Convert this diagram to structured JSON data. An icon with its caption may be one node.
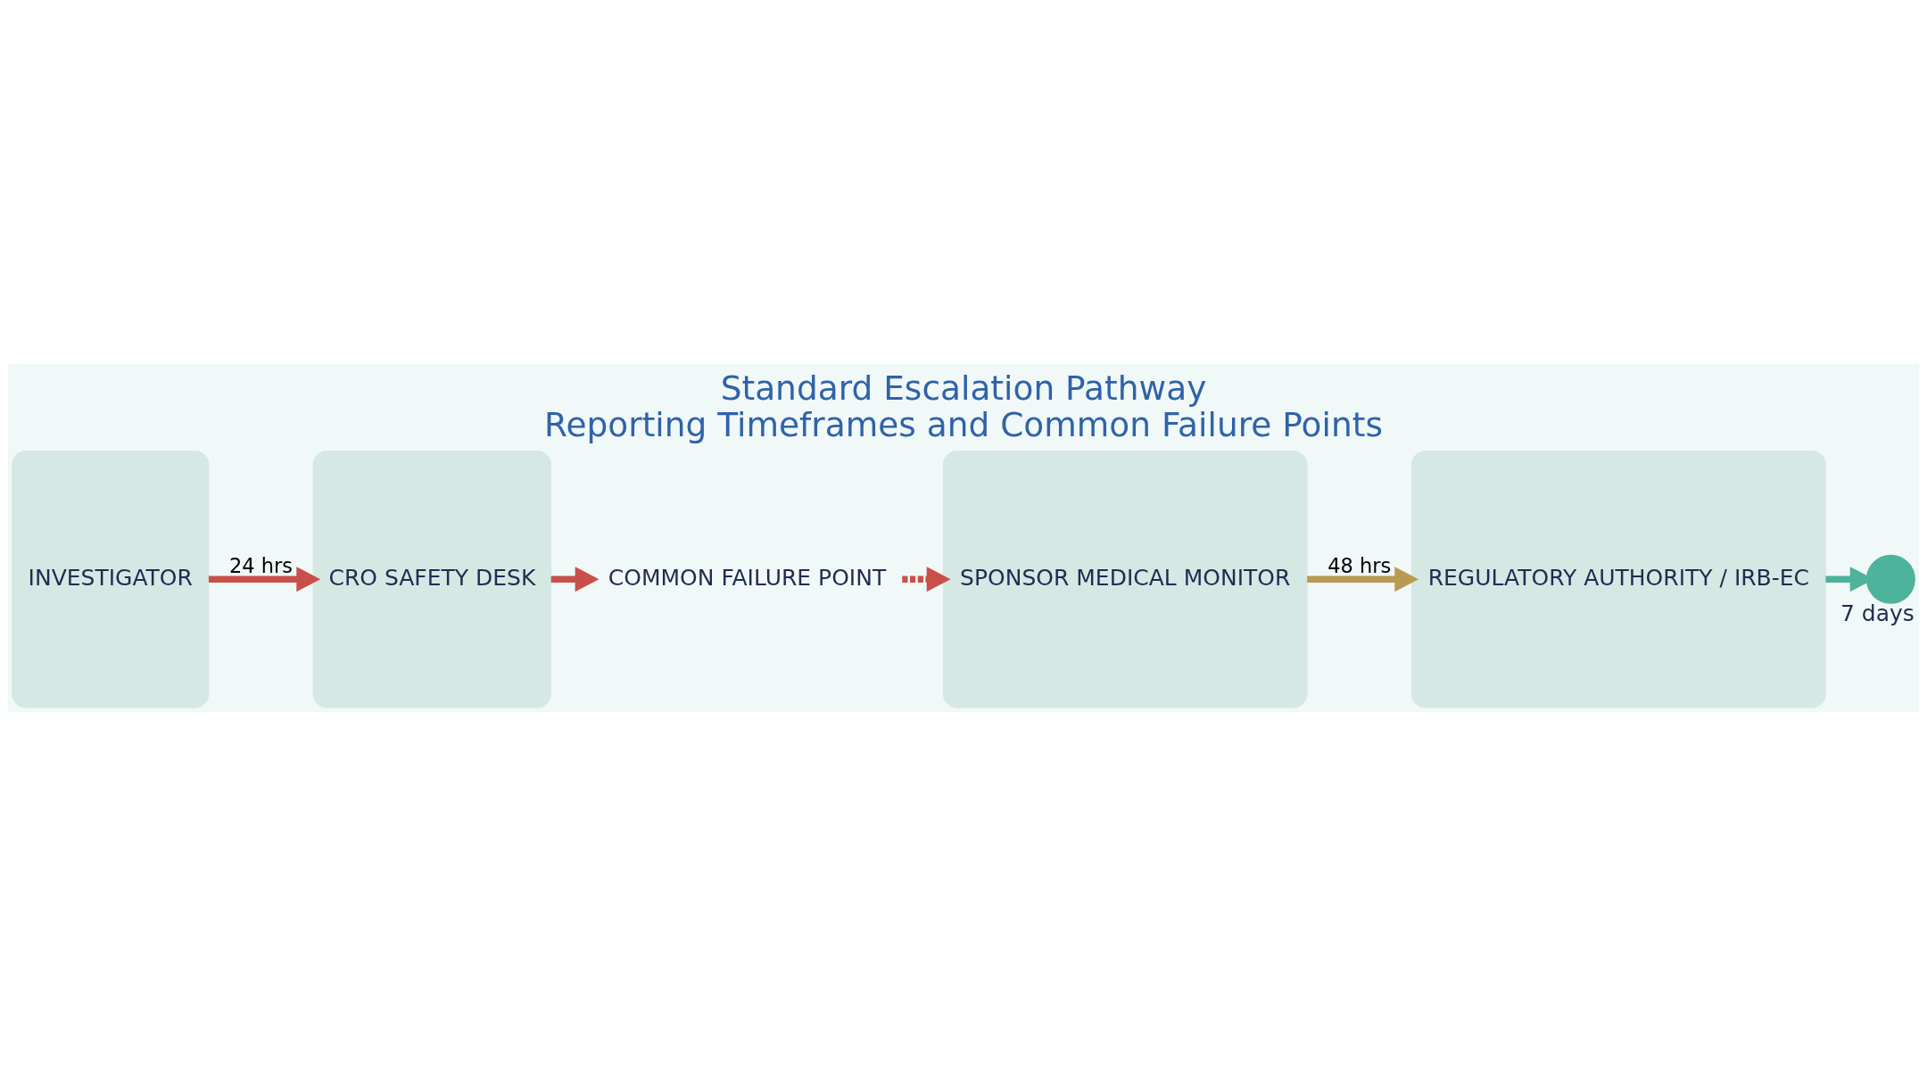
{
  "diagram": {
    "title": "Standard Escalation Pathway",
    "caption": "Reporting Timeframes and Common Failure Points",
    "nodes": [
      {
        "text": [
          "INVESTIGATOR"
        ]
      },
      {
        "text": [
          "CRO SAFETY DESK"
        ]
      },
      {
        "text": [
          "COMMON FAILURE POINT"
        ]
      },
      {
        "text": [
          "SPONSOR MEDICAL MONITOR"
        ]
      },
      {
        "text": [
          "REGULATORY AUTHORITY / IRB-EC"
        ]
      },
      {
        "text": [],
        "shape": "circle",
        "beside": [
          "7 days"
        ]
      }
    ],
    "edges": [
      {
        "from": 0,
        "to": 1,
        "arrow": "to",
        "label": "24 hrs",
        "color": "#c9504a"
      },
      {
        "from": 1,
        "to": 2,
        "arrow": "to",
        "color": "#c9504a"
      },
      {
        "from": 2,
        "to": 3,
        "arrow": "to",
        "style": "dashed",
        "color": "#c9504a"
      },
      {
        "from": 3,
        "to": 4,
        "arrow": "to",
        "label": "48 hrs",
        "color": "#b89a50"
      },
      {
        "from": 4,
        "to": 5,
        "arrow": "to",
        "color": "#4db39a"
      }
    ]
  }
}
